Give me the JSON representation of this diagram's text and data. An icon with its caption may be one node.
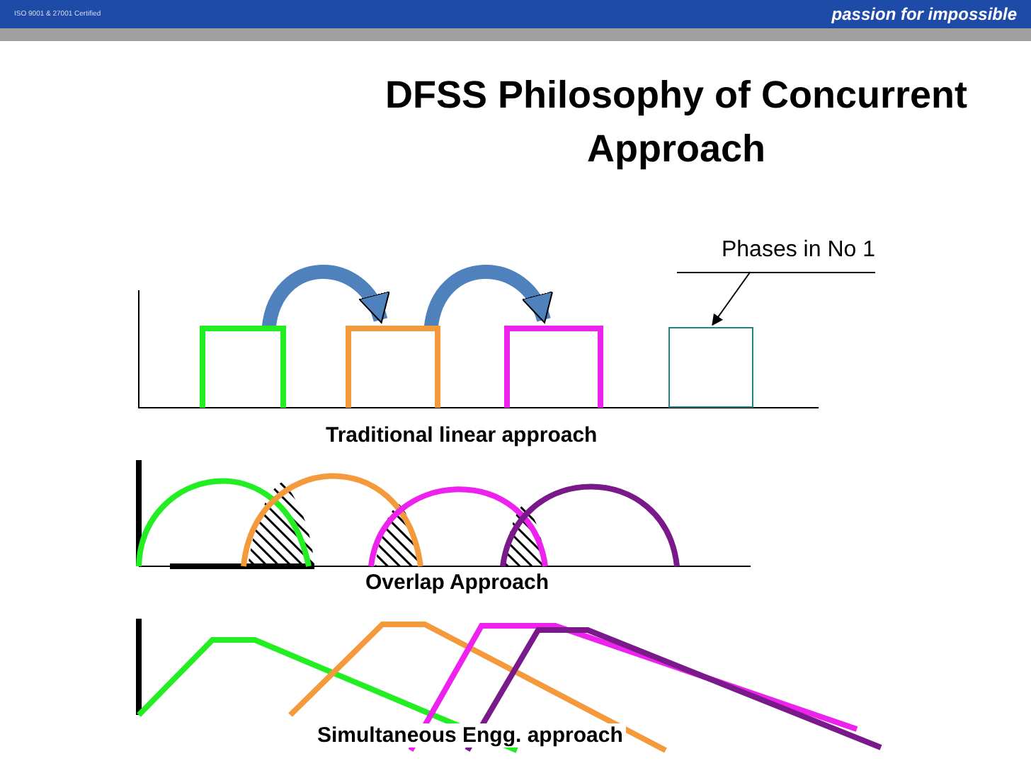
{
  "diagram": {
    "title": "DFSS Philosophy of Concurrent Approach",
    "nodes": [
      {
        "text": [
          "Phases in No 1"
        ]
      },
      {
        "text": [],
        "shape": "bar"
      },
      {
        "text": [],
        "shape": "bar"
      },
      {
        "text": [],
        "shape": "bar"
      },
      {
        "text": [],
        "shape": "box"
      }
    ],
    "edges": [
      {
        "from": 0,
        "to": 4,
        "arrow": "to",
        "color": "#000000"
      },
      {
        "from": 1,
        "to": 2,
        "arrow": "to"
      },
      {
        "from": 2,
        "to": 3,
        "arrow": "to"
      }
    ],
    "labels": [
      "ISO 9001 & 27001 Certified",
      "passion for impossible",
      "Traditional linear approach",
      "Overlap Approach",
      "Simultaneous Engg. approach"
    ]
  }
}
